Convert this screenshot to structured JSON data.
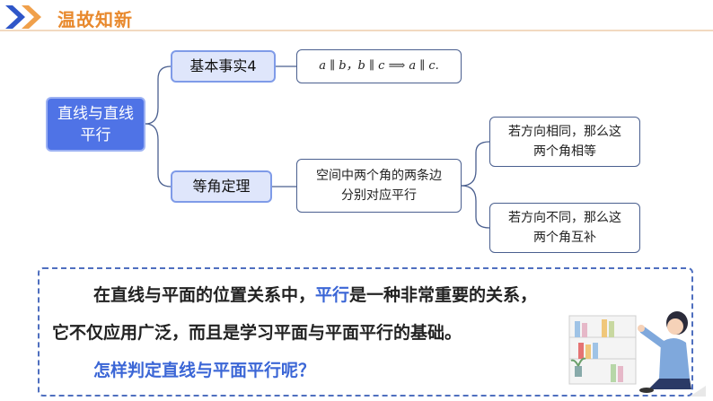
{
  "header": {
    "title": "温故知新"
  },
  "mindmap": {
    "root": {
      "line1": "直线与直线",
      "line2": "平行"
    },
    "branch1": {
      "label": "基本事实4",
      "content": "a ∥ b，b ∥ c ⟹ a ∥ c."
    },
    "branch2": {
      "label": "等角定理",
      "content_line1": "空间中两个角的两条边",
      "content_line2": "分别对应平行",
      "case1_line1": "若方向相同，那么这",
      "case1_line2": "两个角相等",
      "case2_line1": "若方向不同，那么这",
      "case2_line2": "两个角互补"
    }
  },
  "panel": {
    "line1_pre": "在直线与平面的位置关系中，",
    "line1_highlight": "平行",
    "line1_post": "是一种非常重要的关系，",
    "line2": "它不仅应用广泛，而且是学习平面与平面平行的基础。",
    "question": "怎样判定直线与平面平行呢？"
  },
  "colors": {
    "accent_orange": "#e8892d",
    "accent_blue": "#3b66d6",
    "root_fill": "#4f73e6"
  }
}
